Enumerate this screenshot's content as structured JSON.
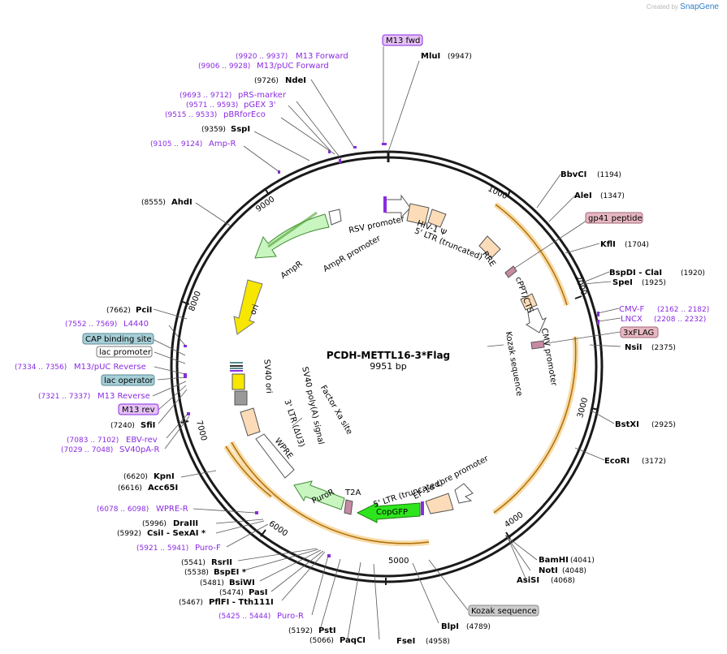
{
  "watermark": {
    "prefix": "Created by",
    "brand": "SnapGene"
  },
  "plasmid": {
    "name": "PCDH-METTL16-3*Flag",
    "length": "9951 bp"
  },
  "ruler_ticks": [
    "1000",
    "2000",
    "3000",
    "4000",
    "5000",
    "6000",
    "7000",
    "8000",
    "9000"
  ],
  "sites": [
    {
      "name": "MluI",
      "pos": "(9947)"
    },
    {
      "name": "NdeI",
      "pos": "(9726)"
    },
    {
      "name": "SspI",
      "pos": "(9359)"
    },
    {
      "name": "AhdI",
      "pos": "(8555)"
    },
    {
      "name": "PciI",
      "pos": "(7662)"
    },
    {
      "name": "SfiI",
      "pos": "(7240)"
    },
    {
      "name": "KpnI",
      "pos": "(6620)"
    },
    {
      "name": "Acc65I",
      "pos": "(6616)"
    },
    {
      "name": "DraIII",
      "pos": "(5996)"
    },
    {
      "name": "CsiI - SexAI *",
      "pos": "(5992)"
    },
    {
      "name": "RsrII",
      "pos": "(5541)"
    },
    {
      "name": "BspEI *",
      "pos": "(5538)"
    },
    {
      "name": "BsiWI",
      "pos": "(5481)"
    },
    {
      "name": "PasI",
      "pos": "(5474)"
    },
    {
      "name": "PflFI - Tth111I",
      "pos": "(5467)"
    },
    {
      "name": "PstI",
      "pos": "(5192)"
    },
    {
      "name": "PaqCI",
      "pos": "(5066)"
    },
    {
      "name": "FseI",
      "pos": "(4958)"
    },
    {
      "name": "BlpI",
      "pos": "(4789)"
    },
    {
      "name": "BamHI",
      "pos": "(4041)"
    },
    {
      "name": "NotI",
      "pos": "(4048)"
    },
    {
      "name": "AsiSI",
      "pos": "(4068)"
    },
    {
      "name": "EcoRI",
      "pos": "(3172)"
    },
    {
      "name": "BstXI",
      "pos": "(2925)"
    },
    {
      "name": "NsiI",
      "pos": "(2375)"
    },
    {
      "name": "SpeI",
      "pos": "(1925)"
    },
    {
      "name": "BspDI - ClaI",
      "pos": "(1920)"
    },
    {
      "name": "KflI",
      "pos": "(1704)"
    },
    {
      "name": "AleI",
      "pos": "(1347)"
    },
    {
      "name": "BbvCI",
      "pos": "(1194)"
    }
  ],
  "primers": [
    {
      "name": "M13 Forward",
      "pos": "(9920 .. 9937)"
    },
    {
      "name": "M13/pUC Forward",
      "pos": "(9906 .. 9928)"
    },
    {
      "name": "pRS-marker",
      "pos": "(9693 .. 9712)"
    },
    {
      "name": "pGEX 3'",
      "pos": "(9571 .. 9593)"
    },
    {
      "name": "pBRforEco",
      "pos": "(9515 .. 9533)"
    },
    {
      "name": "Amp-R",
      "pos": "(9105 .. 9124)"
    },
    {
      "name": "L4440",
      "pos": "(7552 .. 7569)"
    },
    {
      "name": "M13/pUC Reverse",
      "pos": "(7334 .. 7356)"
    },
    {
      "name": "M13 Reverse",
      "pos": "(7321 .. 7337)"
    },
    {
      "name": "EBV-rev",
      "pos": "(7083 .. 7102)"
    },
    {
      "name": "SV40pA-R",
      "pos": "(7029 .. 7048)"
    },
    {
      "name": "WPRE-R",
      "pos": "(6078 .. 6098)"
    },
    {
      "name": "Puro-F",
      "pos": "(5921 .. 5941)"
    },
    {
      "name": "Puro-R",
      "pos": "(5425 .. 5444)"
    },
    {
      "name": "CMV-F",
      "pos": "(2162 .. 2182)"
    },
    {
      "name": "LNCX",
      "pos": "(2208 .. 2232)"
    }
  ],
  "boxed_features": [
    {
      "name": "M13 fwd",
      "fill": "#e5c2f5",
      "stroke": "#8a2be2"
    },
    {
      "name": "gp41 peptide",
      "fill": "#e7b8c2",
      "stroke": "#a0667a"
    },
    {
      "name": "3xFLAG",
      "fill": "#e7b8c2",
      "stroke": "#a0667a"
    },
    {
      "name": "CAP binding site",
      "fill": "#a6cfd8",
      "stroke": "#5a8a95"
    },
    {
      "name": "lac promoter",
      "fill": "#ffffff",
      "stroke": "#777777"
    },
    {
      "name": "lac operator",
      "fill": "#a6cfd8",
      "stroke": "#5a8a95"
    },
    {
      "name": "M13 rev",
      "fill": "#e5c2f5",
      "stroke": "#8a2be2"
    },
    {
      "name": "Kozak sequence",
      "fill": "#cccccc",
      "stroke": "#888888"
    }
  ],
  "inner_features": [
    {
      "name": "RSV promoter"
    },
    {
      "name": "HIV-1 Ψ"
    },
    {
      "name": "5' LTR (truncated)"
    },
    {
      "name": "RRE"
    },
    {
      "name": "cPPT/CTS"
    },
    {
      "name": "CMV promoter"
    },
    {
      "name": "Kozak sequence"
    },
    {
      "name": "EF-1α core promoter"
    },
    {
      "name": "5' LTR (truncated)"
    },
    {
      "name": "CopGFP"
    },
    {
      "name": "T2A"
    },
    {
      "name": "PuroR"
    },
    {
      "name": "WPRE"
    },
    {
      "name": "3' LTR (ΔU3)"
    },
    {
      "name": "SV40 poly(A) signal"
    },
    {
      "name": "SV40 ori"
    },
    {
      "name": "Factor Xa site"
    },
    {
      "name": "ori"
    },
    {
      "name": "AmpR"
    },
    {
      "name": "AmpR promoter"
    }
  ],
  "colors": {
    "backbone": "#1a1a1a",
    "orf_highlight": "#f6dca9",
    "orf_arrow": "#b26b00",
    "primer": "#8a2be2",
    "ampr": "#c9f5c1",
    "ori": "#f7e600",
    "copgfp": "#2ee51d",
    "ltr": "#fcdcb8"
  }
}
